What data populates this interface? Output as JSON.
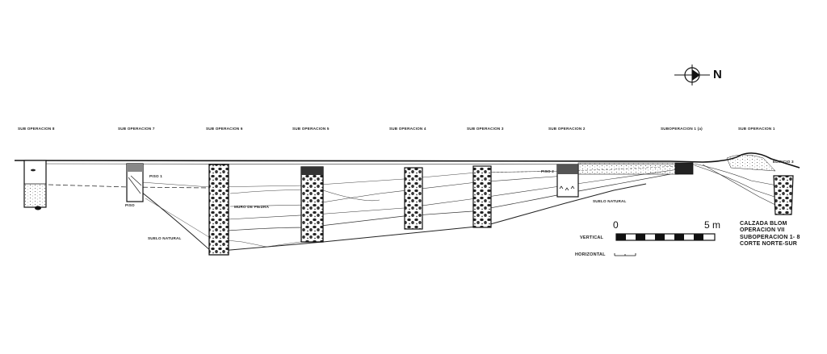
{
  "north_label": "N",
  "suboperations": [
    {
      "label": "SUB OPERACION 8"
    },
    {
      "label": "SUB OPERACION 7"
    },
    {
      "label": "SUB OPERACION 6"
    },
    {
      "label": "SUB OPERACION 5"
    },
    {
      "label": "SUB OPERACION 4"
    },
    {
      "label": "SUB OPERACION 3"
    },
    {
      "label": "SUB OPERACION 2"
    },
    {
      "label": "SUBOPERACION 1 (a)"
    },
    {
      "label": "SUB OPERACION 1"
    }
  ],
  "annotations": {
    "piso_1": "PISO 1",
    "piso_2": "PISO 2",
    "muro_piedra": "MURO DE PIEDRA",
    "suelo_natural_left": "SUELO NATURAL",
    "suelo_natural_right": "SUELO NATURAL",
    "edificio": "EDIFICIO 3",
    "small_left": "PISO"
  },
  "scale": {
    "start": "0",
    "end": "5 m",
    "vertical_label": "VERTICAL",
    "horizontal_label": "HORIZONTAL"
  },
  "title_block": {
    "line1": "CALZADA BLOM",
    "line2": "OPERACION VII",
    "line3": "SUBOPERACION 1- 8",
    "line4": "CORTE NORTE-SUR"
  }
}
